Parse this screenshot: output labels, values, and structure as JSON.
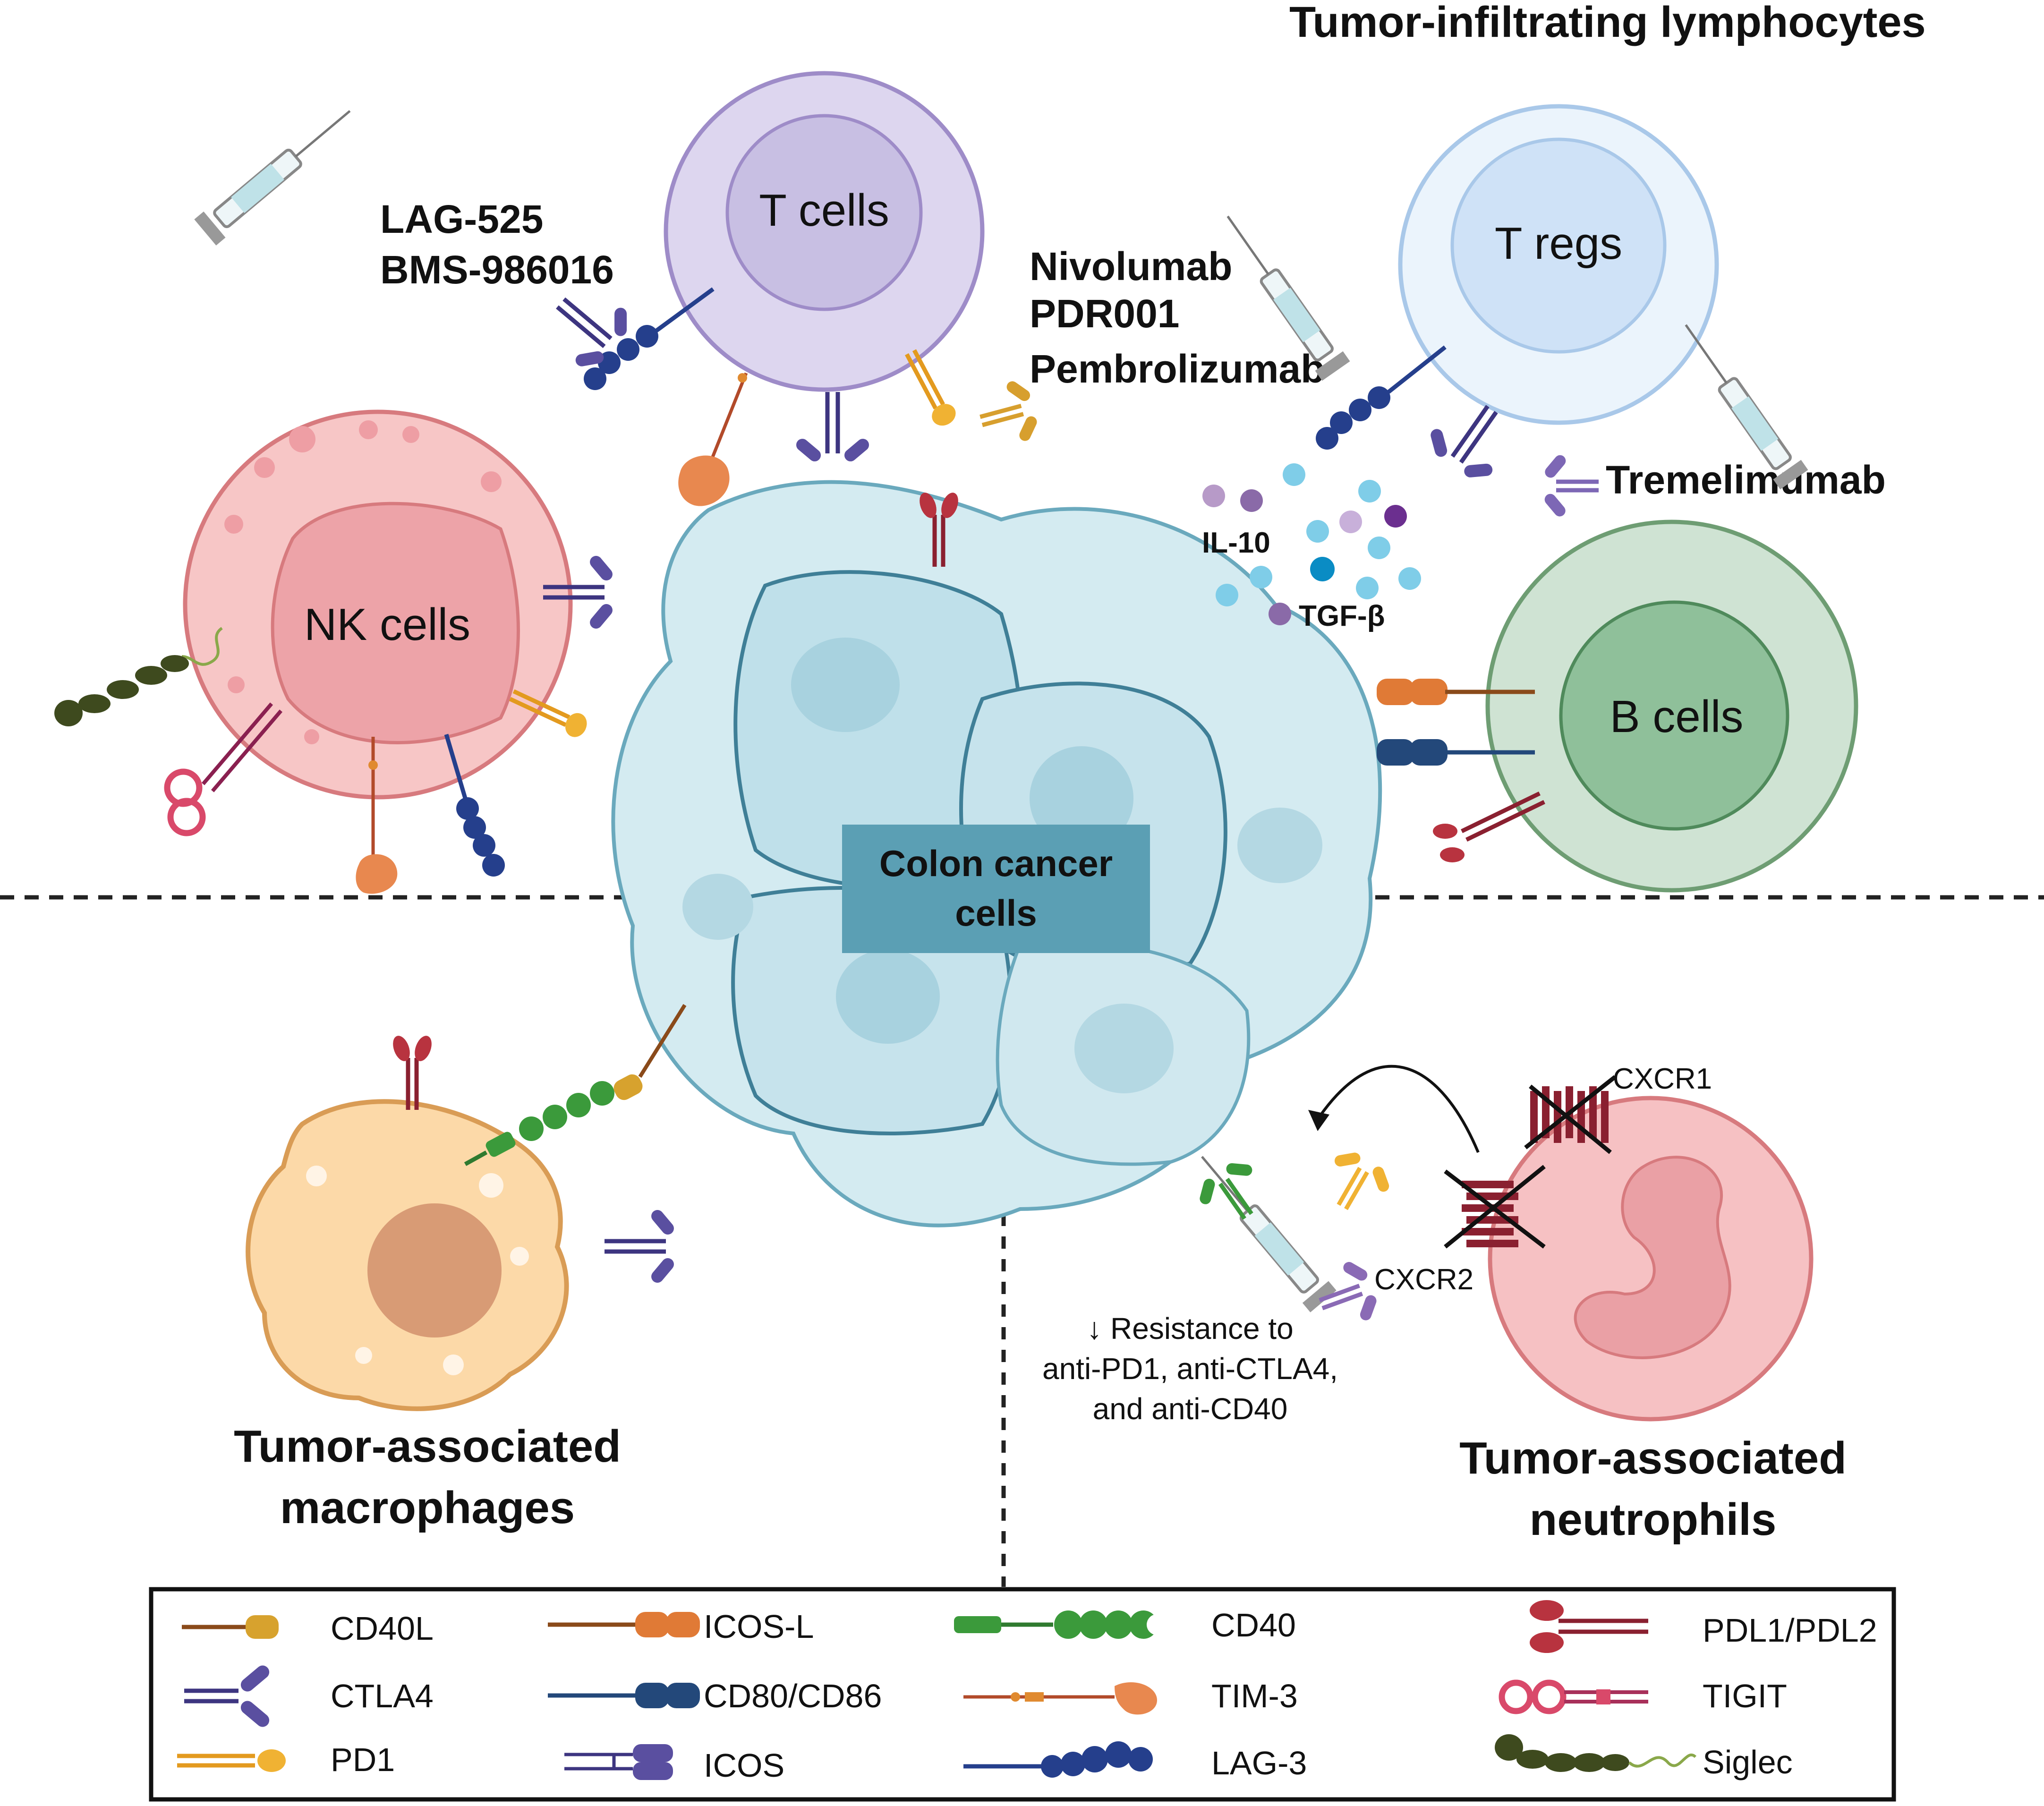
{
  "header": {
    "title": "Tumor-infiltrating lymphocytes"
  },
  "cells": {
    "t_cells": "T cells",
    "t_regs": "T regs",
    "nk_cells": "NK cells",
    "b_cells": "B cells",
    "colon_cancer_line1": "Colon cancer",
    "colon_cancer_line2": "cells",
    "macrophages_line1": "Tumor-associated",
    "macrophages_line2": "macrophages",
    "neutrophils_line1": "Tumor-associated",
    "neutrophils_line2": "neutrophils"
  },
  "drugs": {
    "lag_line1": "LAG-525",
    "lag_line2": "BMS-986016",
    "pd1_line1": "Nivolumab",
    "pd1_line2": "PDR001",
    "pd1_line3": "Pembrolizumab",
    "ctla4": "Tremelimumab"
  },
  "cytokines": {
    "il10": "IL-10",
    "tgfb": "TGF-β"
  },
  "receptors": {
    "cxcr1": "CXCR1",
    "cxcr2": "CXCR2"
  },
  "resistance": {
    "line1": "↓ Resistance to",
    "line2": "anti-PD1, anti-CTLA4,",
    "line3": "and anti-CD40"
  },
  "legend": {
    "items": [
      "CD40L",
      "CTLA4",
      "PD1",
      "ICOS-L",
      "CD80/CD86",
      "ICOS",
      "CD40",
      "TIM-3",
      "LAG-3",
      "PDL1/PDL2",
      "TIGIT",
      "Siglec"
    ]
  },
  "colors": {
    "ctla4": "#5a4fa0",
    "pd1": "#f0b233",
    "pdl1": "#a8303c",
    "lag3": "#253f8c",
    "cd40": "#3b9a3b",
    "cancer": "#5b9fb4"
  }
}
